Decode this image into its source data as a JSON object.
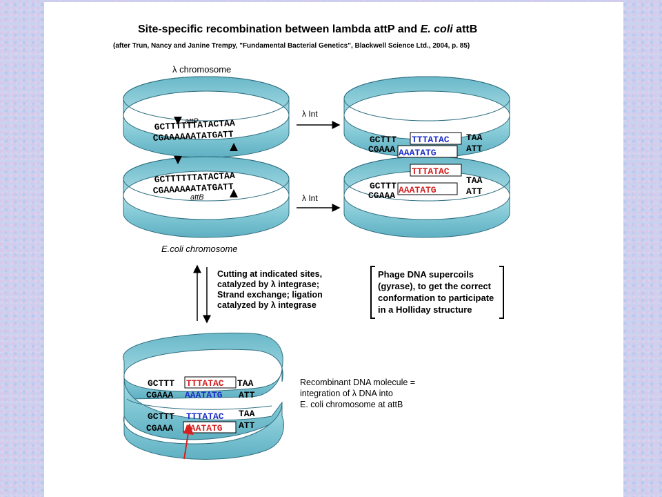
{
  "title": "Site-specific recombination between lambda attP and",
  "title_italic": "E. coli",
  "title_end": "attB",
  "subtitle": "(after Trun, Nancy and Janine Trempy, \"Fundamental Bacterial Genetics\", Blackwell Science Ltd., 2004, p. 85)",
  "lambda_chromosome": "λ chromosome",
  "ecoli_chromosome": "E.coli chromosome",
  "attP": "attP",
  "attB": "attB",
  "int_label_top": "λ Int",
  "int_label_bottom": "λ Int",
  "seq": {
    "left_top_upper": "GCTTTTTTATACTAA",
    "left_top_lower": "CGAAAAAATATGATT",
    "left_bot_upper": "GCTTTTTTATACTAA",
    "left_bot_lower": "CGAAAAAATATGATT",
    "flank_left_upper": "GCTTT",
    "flank_left_lower": "CGAAA",
    "core_upper": "TTTATAC",
    "core_lower": "AAATATG",
    "flank_right_upper": "TAA",
    "flank_right_lower": "ATT",
    "flank_right_upper_b": "TAA",
    "flank_right_lower_b": "ATT"
  },
  "cutting_text": [
    "Cutting at indicated sites,",
    "catalyzed by λ integrase;",
    "Strand exchange; ligation",
    "catalyzed by λ integrase"
  ],
  "phage_note": [
    "Phage DNA supercoils",
    "(gyrase), to get the correct",
    "conformation to participate",
    "in a Holliday structure"
  ],
  "recombinant_text": [
    "Recombinant DNA molecule =",
    "integration of λ DNA into",
    "E. coli chromosome at attB"
  ],
  "colors": {
    "ribbon": "#8fd0dc",
    "ribbon_dark": "#4f9db0",
    "blue": "#1e2fc8",
    "red": "#d42020"
  }
}
